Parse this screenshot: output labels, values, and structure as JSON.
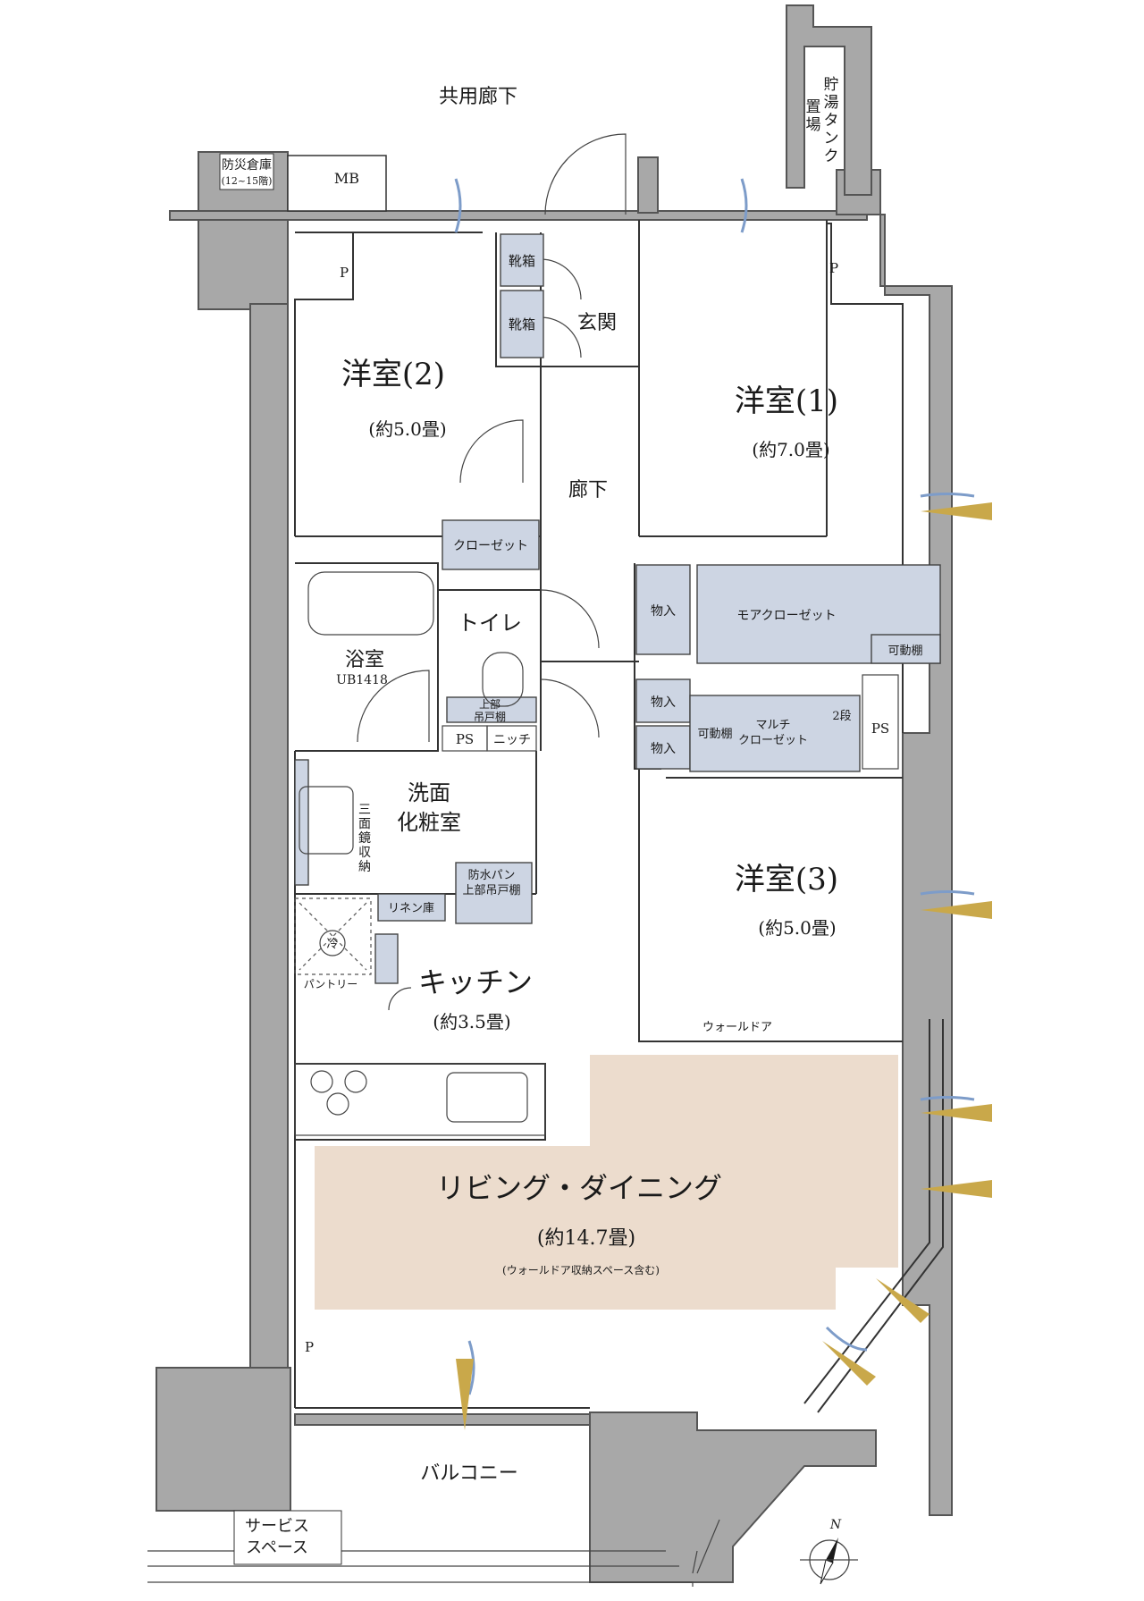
{
  "labels": {
    "corridor_common": "共用廊下",
    "hot_water_tank": [
      "貯",
      "湯",
      "タ",
      "ン",
      "ク",
      "置",
      "場"
    ],
    "disaster_storage": "防災倉庫",
    "disaster_storage_floors": "(12~15階)",
    "mb": "MB",
    "p": "P",
    "shoe_box": "靴箱",
    "entrance": "玄関",
    "room2_name": "洋室(2)",
    "room2_size": "(約5.0畳)",
    "room1_name": "洋室(1)",
    "room1_size": "(約7.0畳)",
    "hallway": "廊下",
    "closet": "クローゼット",
    "toilet": "トイレ",
    "bath": "浴室",
    "bath_model": "UB1418",
    "upper_cabinet": [
      "上部",
      "吊戸棚"
    ],
    "ps": "PS",
    "niche": "ニッチ",
    "storage": "物入",
    "more_closet": "モアクローゼット",
    "movable_shelf": "可動棚",
    "multi_closet": [
      "マルチ",
      "クローゼット"
    ],
    "two_tier": "2段",
    "washroom": [
      "洗面",
      "化粧室"
    ],
    "triple_mirror": [
      "三",
      "面",
      "鏡",
      "収",
      "納"
    ],
    "linen": "リネン庫",
    "waterproof_pan": [
      "防水パン",
      "上部吊戸棚"
    ],
    "room3_name": "洋室(3)",
    "room3_size": "(約5.0畳)",
    "fridge": "冷",
    "pantry": "パントリー",
    "kitchen_name": "キッチン",
    "kitchen_size": "(約3.5畳)",
    "walk_door": "ウォールドア",
    "living_name": "リビング・ダイニング",
    "living_size": "(約14.7畳)",
    "living_note": "(ウォールドア収納スペース含む)",
    "balcony": "バルコニー",
    "service_space": [
      "サービス",
      "スペース"
    ],
    "north": "N"
  },
  "colors": {
    "wall": "#a8a8a8",
    "storage": "#cdd5e3",
    "living": "#ecdccd",
    "wind_blue": "#7d9cc9",
    "light_gold": "#c9a84a"
  }
}
